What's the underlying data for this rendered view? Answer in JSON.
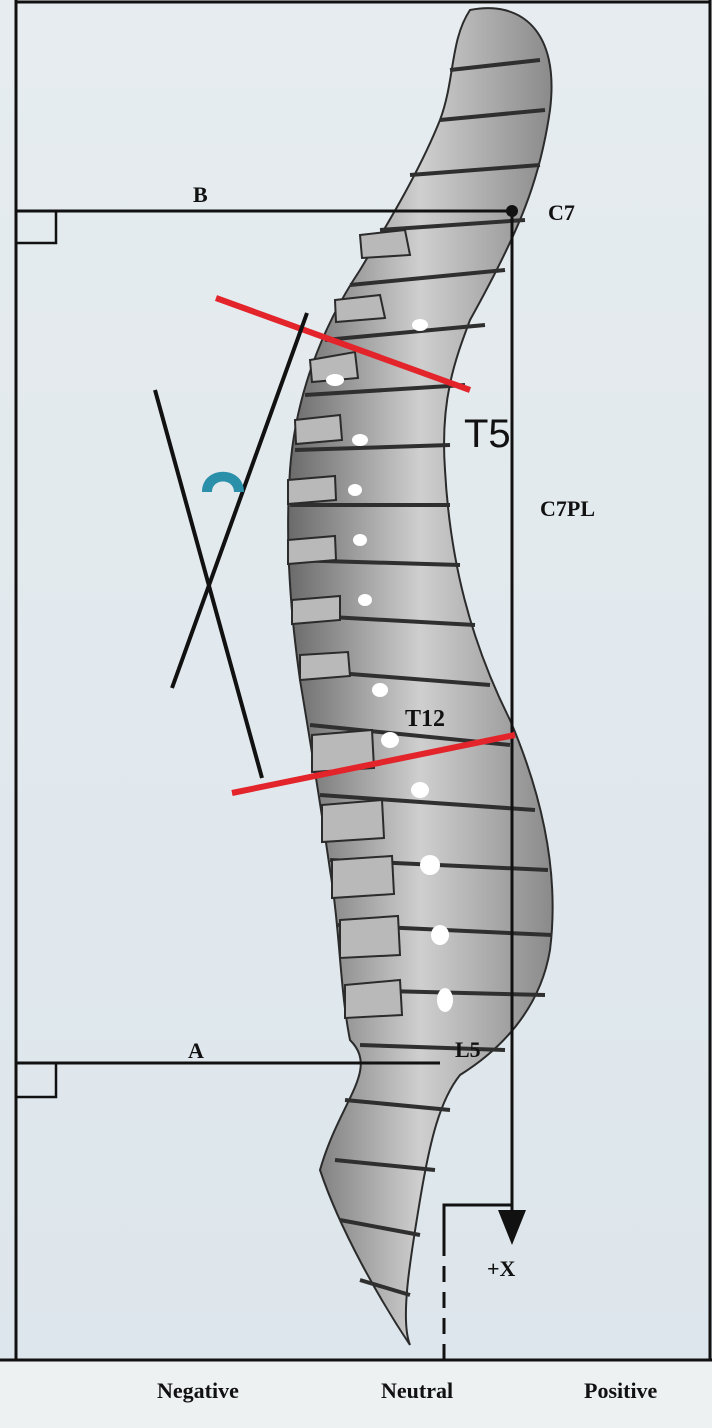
{
  "diagram": {
    "labels": {
      "b": "B",
      "a": "A",
      "c7": "C7",
      "t5": "T5",
      "t12": "T12",
      "l5": "L5",
      "c7pl": "C7PL",
      "plus_x": "+X"
    },
    "bottom_scale": {
      "negative": "Negative",
      "neutral": "Neutral",
      "positive": "Positive"
    },
    "colors": {
      "background": "#dfe8ee",
      "line": "#111111",
      "red_line": "#e3242b",
      "arc_marker": "#2a8fa8",
      "bone": "#bdbdbd",
      "bone_dark": "#4a4a4a"
    },
    "icons": {
      "arc_marker": "blue-arc-icon"
    }
  }
}
